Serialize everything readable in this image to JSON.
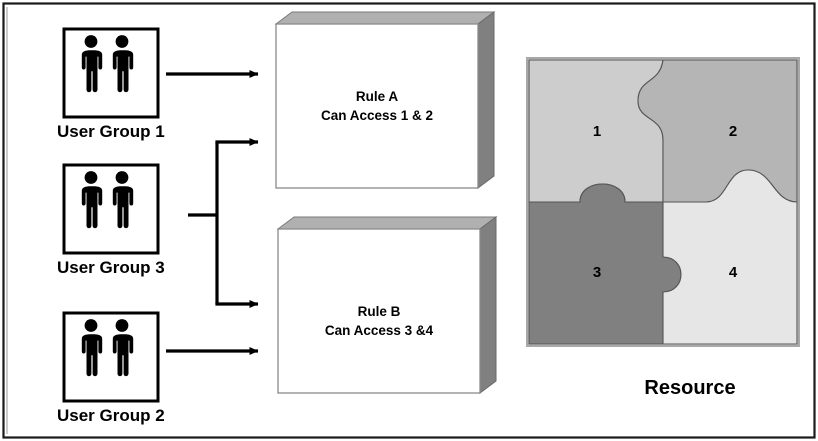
{
  "diagram": {
    "title_label": "Resource",
    "user_groups": [
      {
        "id": "group-1",
        "label": "User Group 1",
        "icon": "two-persons-icon"
      },
      {
        "id": "group-3",
        "label": "User Group 3",
        "icon": "two-persons-icon"
      },
      {
        "id": "group-2",
        "label": "User Group 2",
        "icon": "two-persons-icon"
      }
    ],
    "rules": [
      {
        "id": "rule-a",
        "line1": "Rule A",
        "line2": "Can Access 1 & 2"
      },
      {
        "id": "rule-b",
        "line1": "Rule B",
        "line2": "Can Access 3 &4"
      }
    ],
    "resource": {
      "caption": "Resource",
      "pieces": [
        {
          "id": "piece-1",
          "number": "1",
          "color": "#cdcdcd"
        },
        {
          "id": "piece-2",
          "number": "2",
          "color": "#b5b5b5"
        },
        {
          "id": "piece-3",
          "number": "3",
          "color": "#808080"
        },
        {
          "id": "piece-4",
          "number": "4",
          "color": "#e6e6e6"
        }
      ]
    },
    "connectors": [
      {
        "id": "arrow-group1-to-rulea",
        "from": "User Group 1",
        "to": "Rule A"
      },
      {
        "id": "arrow-group3-to-rulea",
        "from": "User Group 3",
        "to": "Rule A"
      },
      {
        "id": "arrow-group3-to-ruleb",
        "from": "User Group 3",
        "to": "Rule B"
      },
      {
        "id": "arrow-group2-to-ruleb",
        "from": "User Group 2",
        "to": "Rule B"
      }
    ],
    "colors": {
      "box_front": "#ffffff",
      "box_top": "#b0b0b0",
      "box_side": "#808080",
      "outline": "#000000",
      "frame_border": "#1a1a1a",
      "puzzle_frame": "#a8a8a8"
    }
  }
}
